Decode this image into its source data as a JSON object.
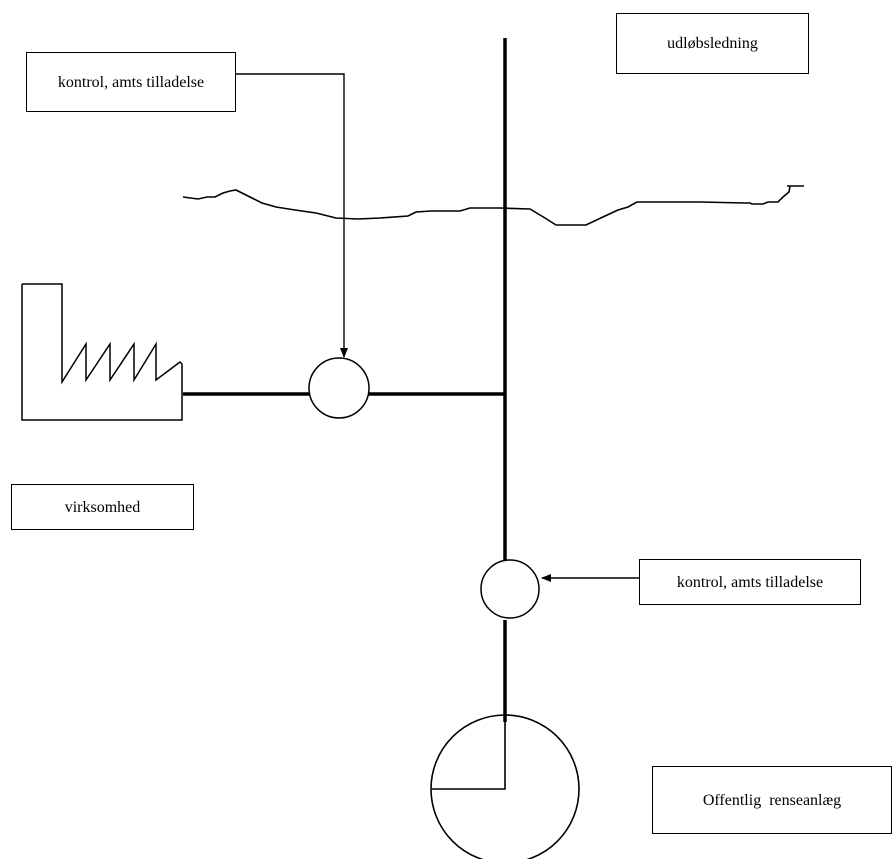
{
  "labels": {
    "outlet": "udløbsledning",
    "control_top": "kontrol, amts tilladelse",
    "company": "virksomhed",
    "control_right": "kontrol, amts tilladelse",
    "treatment_plant": "Offentlig  renseanlæg"
  },
  "colors": {
    "stroke": "#000000",
    "background": "#ffffff"
  },
  "icons": {
    "company": "factory-icon",
    "treatment_plant": "treatment-plant-icon",
    "control_point": "inspection-well-icon"
  }
}
